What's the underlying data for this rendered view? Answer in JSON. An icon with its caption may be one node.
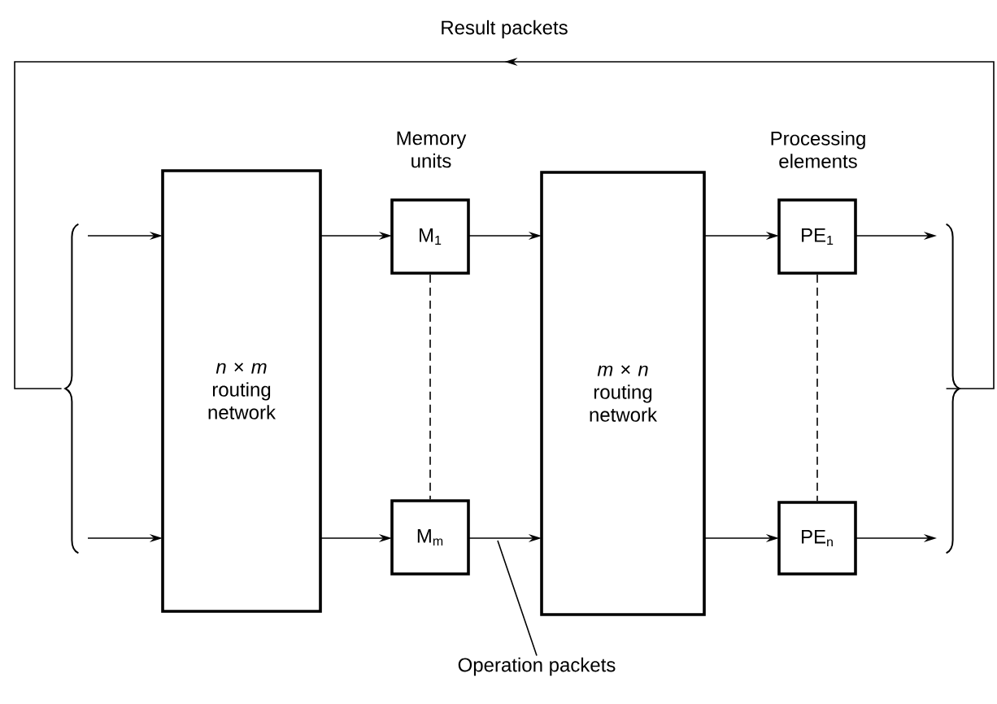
{
  "diagram": {
    "nodes": [
      {
        "text": [
          "*n* × *m* routing network"
        ]
      },
      {
        "text": [
          "M$_{1}$"
        ]
      },
      {
        "text": [
          "M$_{m}$"
        ]
      },
      {
        "text": [
          "*m* × *n* routing network"
        ]
      },
      {
        "text": [
          "PE$_{1}$"
        ]
      },
      {
        "text": [
          "PE$_{n}$"
        ]
      },
      {
        "text": [],
        "shape": "bracket"
      },
      {
        "text": [],
        "shape": "bracket"
      },
      {
        "text": [
          "Operation packets"
        ]
      }
    ],
    "edges": [
      {
        "from": 6,
        "to": 0,
        "arrow": "to"
      },
      {
        "from": 6,
        "to": 0,
        "arrow": "to"
      },
      {
        "from": 0,
        "to": 1,
        "arrow": "to"
      },
      {
        "from": 0,
        "to": 2,
        "arrow": "to"
      },
      {
        "from": 1,
        "to": 3,
        "arrow": "to"
      },
      {
        "from": 2,
        "to": 3,
        "arrow": "to"
      },
      {
        "from": 3,
        "to": 4,
        "arrow": "to"
      },
      {
        "from": 3,
        "to": 5,
        "arrow": "to"
      },
      {
        "from": 4,
        "to": 7,
        "arrow": "to"
      },
      {
        "from": 5,
        "to": 7,
        "arrow": "to"
      },
      {
        "from": 1,
        "to": 2,
        "arrow": "none",
        "style": "dashed"
      },
      {
        "from": 4,
        "to": 5,
        "arrow": "none",
        "style": "dashed"
      },
      {
        "from": 7,
        "to": 6,
        "arrow": "to",
        "label": "Result packets"
      },
      {
        "from": 8,
        "to": null,
        "arrow": "none"
      }
    ],
    "labels": [
      "Memory units",
      "Processing elements"
    ]
  }
}
